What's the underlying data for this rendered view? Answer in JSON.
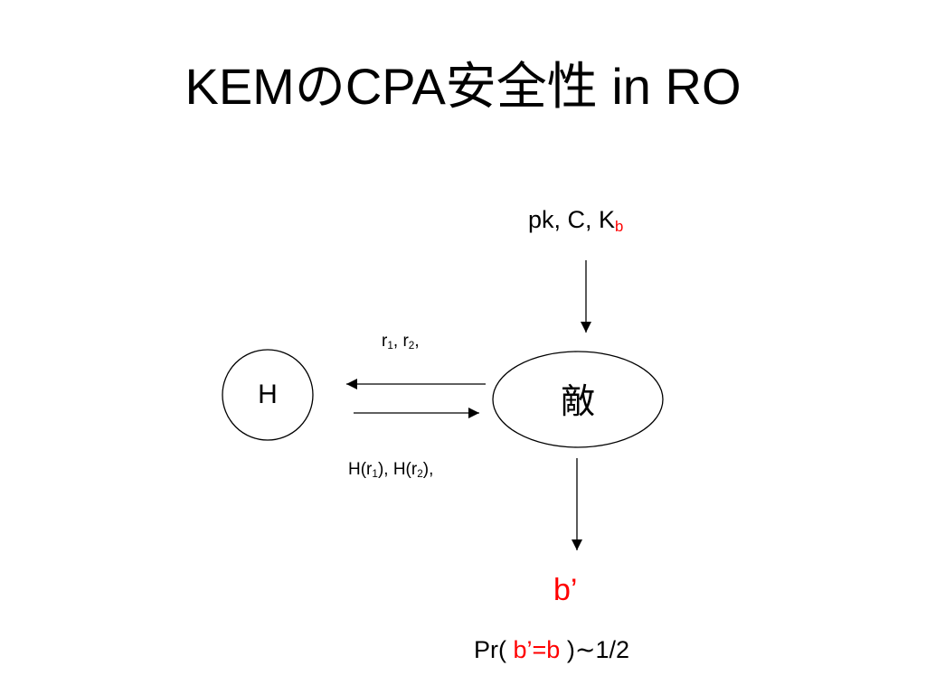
{
  "title": "KEMのCPA安全性 in RO",
  "top_input": {
    "prefix": "pk, C, K",
    "sub": "b"
  },
  "nodes": {
    "oracle": "H",
    "adversary": "敵"
  },
  "queries": {
    "r": "r",
    "s1": "1",
    "sep": ", ",
    "s2": "2",
    "end": ","
  },
  "answers": {
    "h_open": "H(r",
    "s1": "1",
    "mid": "), H(r",
    "s2": "2",
    "end": "),"
  },
  "output": {
    "label": "b’"
  },
  "probability": {
    "prefix": "Pr(",
    "red": "b’=b",
    "suffix": ")∼1/2"
  },
  "colors": {
    "text": "#000000",
    "accent": "#ff0000",
    "background": "#ffffff"
  }
}
